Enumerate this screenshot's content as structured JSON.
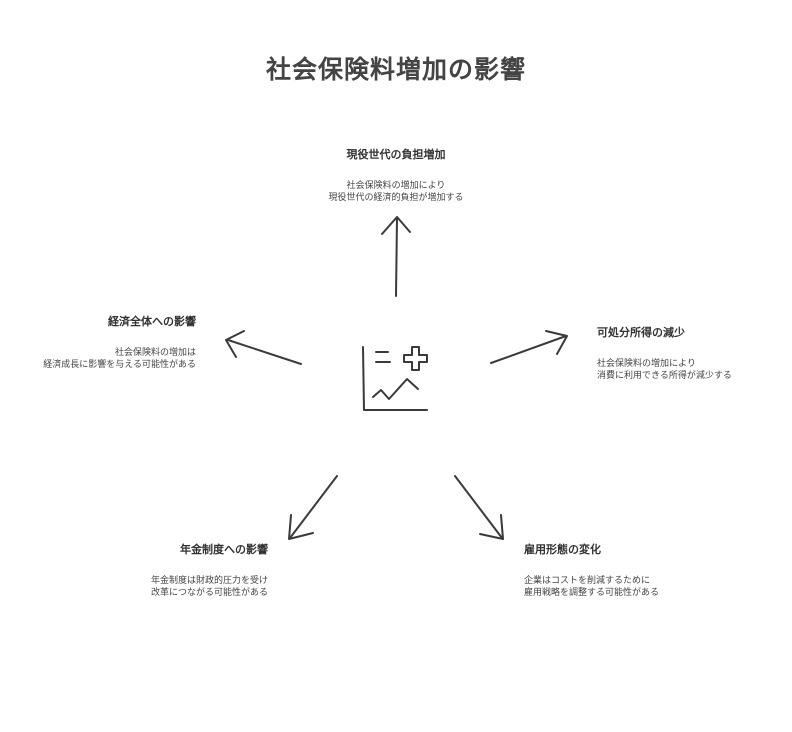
{
  "title": "社会保険料増加の影響",
  "center_icon": "chart-with-medical-cross-icon",
  "nodes": {
    "top": {
      "heading": "現役世代の負担増加",
      "line1": "社会保険料の増加により",
      "line2": "現役世代の経済的負担が増加する"
    },
    "left": {
      "heading": "経済全体への影響",
      "line1": "社会保険料の増加は",
      "line2": "経済成長に影響を与える可能性がある"
    },
    "right": {
      "heading": "可処分所得の減少",
      "line1": "社会保険料の増加により",
      "line2": "消費に利用できる所得が減少する"
    },
    "bottom_left": {
      "heading": "年金制度への影響",
      "line1": "年金制度は財政的圧力を受け",
      "line2": "改革につながる可能性がある"
    },
    "bottom_right": {
      "heading": "雇用形態の変化",
      "line1": "企業はコストを削減するために",
      "line2": "雇用戦略を調整する可能性がある"
    }
  },
  "colors": {
    "stroke": "#3a3a3a",
    "background": "#ffffff"
  }
}
